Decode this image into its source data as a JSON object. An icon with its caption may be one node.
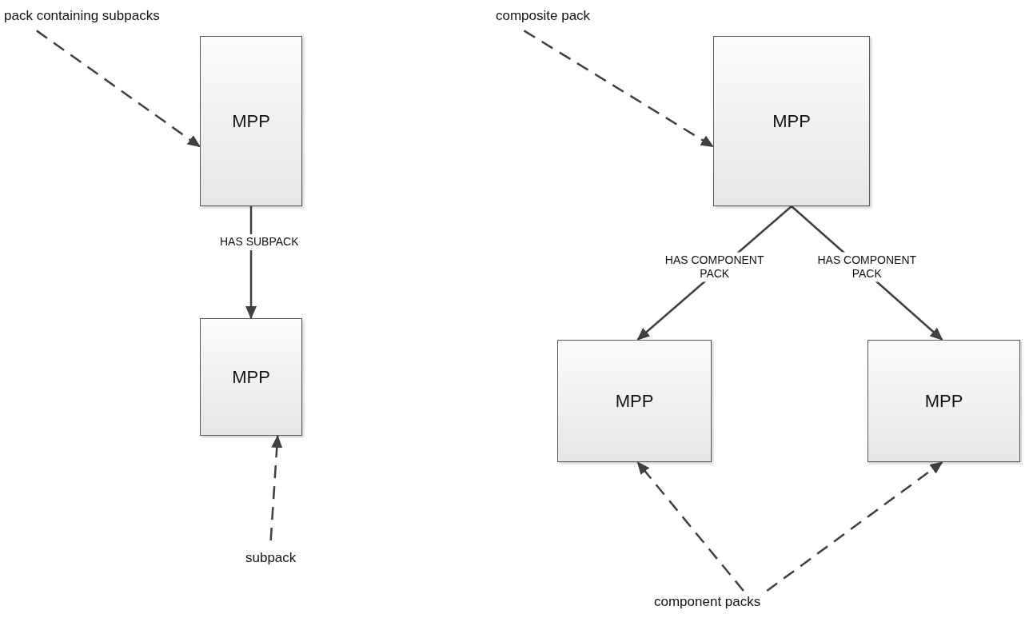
{
  "diagram": {
    "nodes": [
      {
        "text": [
          "pack containing subpacks"
        ]
      },
      {
        "text": [
          "MPP"
        ]
      },
      {
        "text": [
          "MPP"
        ]
      },
      {
        "text": [
          "subpack"
        ]
      },
      {
        "text": [
          "composite pack"
        ]
      },
      {
        "text": [
          "MPP"
        ]
      },
      {
        "text": [
          "MPP"
        ]
      },
      {
        "text": [
          "MPP"
        ]
      },
      {
        "text": [
          "component packs"
        ]
      }
    ],
    "edges": [
      {
        "from": 0,
        "to": 1,
        "arrow": "to",
        "style": "dashed"
      },
      {
        "from": 1,
        "to": 2,
        "arrow": "to",
        "label": "HAS SUBPACK"
      },
      {
        "from": 3,
        "to": 2,
        "arrow": "to",
        "style": "dashed"
      },
      {
        "from": 4,
        "to": 5,
        "arrow": "to",
        "style": "dashed"
      },
      {
        "from": 5,
        "to": 6,
        "arrow": "to",
        "label": "HAS COMPONENT PACK"
      },
      {
        "from": 5,
        "to": 7,
        "arrow": "to",
        "label": "HAS COMPONENT PACK"
      },
      {
        "from": 8,
        "to": 6,
        "arrow": "to",
        "style": "dashed"
      },
      {
        "from": 8,
        "to": 7,
        "arrow": "to",
        "style": "dashed"
      }
    ]
  }
}
